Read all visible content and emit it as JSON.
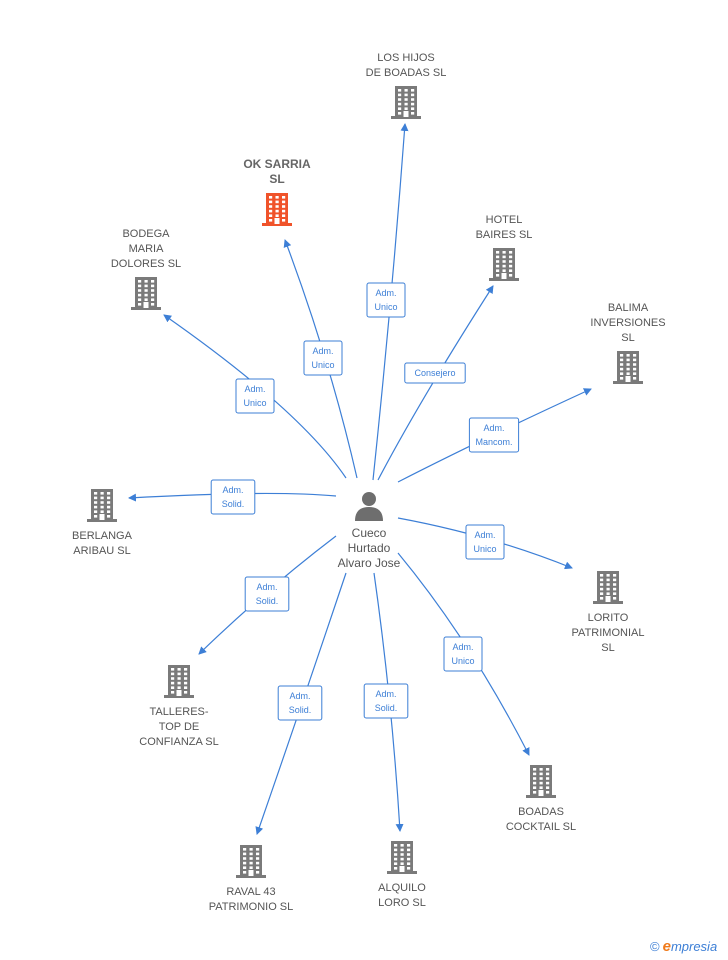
{
  "center": {
    "name_lines": [
      "Cueco",
      "Hurtado",
      "Alvaro Jose"
    ]
  },
  "companies": [
    {
      "id": "los-hijos-de-boadas",
      "lines": [
        "LOS HIJOS",
        "DE BOADAS  SL"
      ],
      "highlight": false
    },
    {
      "id": "ok-sarria",
      "lines": [
        "OK SARRIA",
        "SL"
      ],
      "highlight": true
    },
    {
      "id": "hotel-baires",
      "lines": [
        "HOTEL",
        "BAIRES SL"
      ],
      "highlight": false
    },
    {
      "id": "bodega-maria-dolores",
      "lines": [
        "BODEGA",
        "MARIA",
        "DOLORES  SL"
      ],
      "highlight": false
    },
    {
      "id": "balima-inversiones",
      "lines": [
        "BALIMA",
        "INVERSIONES",
        "SL"
      ],
      "highlight": false
    },
    {
      "id": "berlanga-aribau",
      "lines": [
        "BERLANGA",
        "ARIBAU  SL"
      ],
      "highlight": false
    },
    {
      "id": "lorito-patrimonial",
      "lines": [
        "LORITO",
        "PATRIMONIAL",
        "SL"
      ],
      "highlight": false
    },
    {
      "id": "talleres-top-de-confianza",
      "lines": [
        "TALLERES-",
        "TOP DE",
        "CONFIANZA  SL"
      ],
      "highlight": false
    },
    {
      "id": "boadas-cocktail",
      "lines": [
        "BOADAS",
        "COCKTAIL SL"
      ],
      "highlight": false
    },
    {
      "id": "raval-43-patrimonio",
      "lines": [
        "RAVAL 43",
        "PATRIMONIO  SL"
      ],
      "highlight": false
    },
    {
      "id": "alquilo-loro",
      "lines": [
        "ALQUILO",
        "LORO SL"
      ],
      "highlight": false
    }
  ],
  "edges": [
    {
      "target": "los-hijos-de-boadas",
      "lines": [
        "Adm.",
        "Unico"
      ]
    },
    {
      "target": "ok-sarria",
      "lines": [
        "Adm.",
        "Unico"
      ]
    },
    {
      "target": "hotel-baires",
      "lines": [
        "Consejero"
      ]
    },
    {
      "target": "bodega-maria-dolores",
      "lines": [
        "Adm.",
        "Unico"
      ]
    },
    {
      "target": "balima-inversiones",
      "lines": [
        "Adm.",
        "Mancom."
      ]
    },
    {
      "target": "berlanga-aribau",
      "lines": [
        "Adm.",
        "Solid."
      ]
    },
    {
      "target": "lorito-patrimonial",
      "lines": [
        "Adm.",
        "Unico"
      ]
    },
    {
      "target": "talleres-top-de-confianza",
      "lines": [
        "Adm.",
        "Solid."
      ]
    },
    {
      "target": "boadas-cocktail",
      "lines": [
        "Adm.",
        "Unico"
      ]
    },
    {
      "target": "raval-43-patrimonio",
      "lines": [
        "Adm.",
        "Solid."
      ]
    },
    {
      "target": "alquilo-loro",
      "lines": [
        "Adm.",
        "Solid."
      ]
    }
  ],
  "colors": {
    "edge": "#3d7fd6",
    "building": "#7a7a7a",
    "building_highlight": "#f0532a",
    "person": "#6e6e6e",
    "label": "#555555"
  },
  "icons": {
    "company": "building-icon",
    "person": "person-icon"
  },
  "brand": {
    "copyright": "©",
    "initial": "e",
    "rest": "mpresia"
  }
}
